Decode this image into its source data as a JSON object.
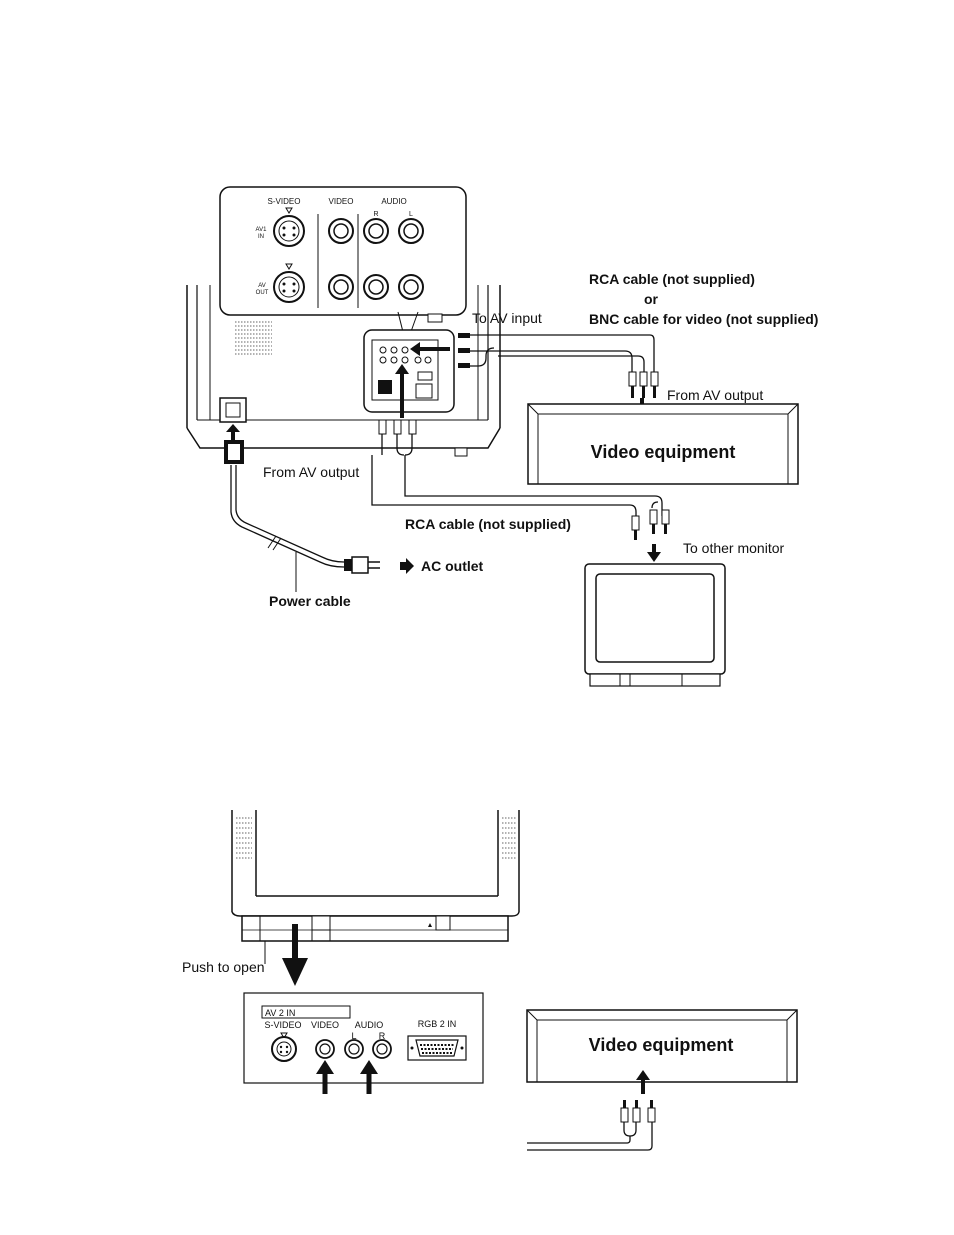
{
  "top_panel": {
    "svideo": "S-VIDEO",
    "video": "VIDEO",
    "audio": "AUDIO",
    "r": "R",
    "l": "L",
    "av1_in_line1": "AV1",
    "av1_in_line2": "IN",
    "av_out_line1": "AV",
    "av_out_line2": "OUT"
  },
  "labels": {
    "rca_cable_top": "RCA cable (not supplied)",
    "or": "or",
    "bnc_cable": "BNC cable for video (not supplied)",
    "to_av_input": "To AV input",
    "from_av_output_right": "From AV output",
    "video_equipment_top": "Video equipment",
    "from_av_output_left": "From AV output",
    "rca_cable_middle": "RCA cable (not supplied)",
    "to_other_monitor": "To other monitor",
    "ac_outlet": "AC outlet",
    "power_cable": "Power cable",
    "push_to_open": "Push to open",
    "video_equipment_bottom": "Video equipment"
  },
  "bottom_panel": {
    "av2_in": "AV 2   IN",
    "svideo": "S-VIDEO",
    "video": "VIDEO",
    "audio": "AUDIO",
    "l": "L",
    "r": "R",
    "rgb2_in": "RGB 2  IN"
  }
}
